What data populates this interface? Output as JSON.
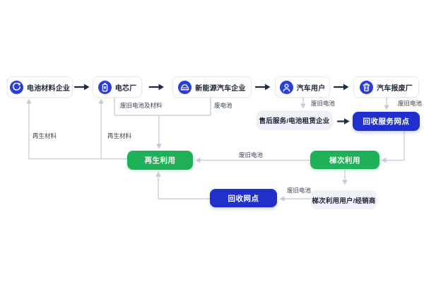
{
  "diagram": {
    "top_nodes": [
      {
        "label": "电池材料企业",
        "icon": "recycle-icon"
      },
      {
        "label": "电芯厂",
        "icon": "battery-icon"
      },
      {
        "label": "新能源汽车企业",
        "icon": "car-icon"
      },
      {
        "label": "汽车用户",
        "icon": "user-icon"
      },
      {
        "label": "汽车报废厂",
        "icon": "trash-icon"
      }
    ],
    "process_nodes": {
      "after_sales": "售后服务/电池租赁企业",
      "recycle_service_outlet": "回收服务网点",
      "regeneration_use": "再生利用",
      "cascade_use": "梯次利用",
      "recycle_outlet": "回收网点",
      "cascade_users": "梯次利用用户/经销商"
    },
    "edge_labels": {
      "waste_batteries_and_materials": "废旧电池及材料",
      "waste_battery": "废电池",
      "waste_old_battery_user": "废旧电池",
      "waste_old_battery_scrap": "废旧电池",
      "waste_old_battery_cascade": "废旧电池",
      "waste_old_battery_dealer": "废旧电池",
      "recycled_material_left": "再生材料",
      "recycled_material_right": "再生材料"
    },
    "colors": {
      "icon_circle": "#2b3ed6",
      "blue_box": "#2030ca",
      "green_box": "#1fb157",
      "light_box": "#eef1f6",
      "connector": "#c9d1dc",
      "dark_arrow": "#1d2945"
    }
  }
}
